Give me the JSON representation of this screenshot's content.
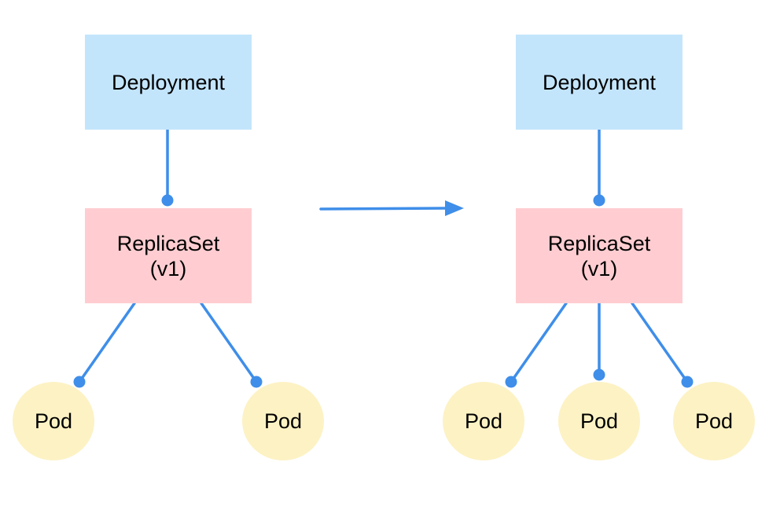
{
  "left": {
    "deployment": {
      "label": "Deployment"
    },
    "replicaset": {
      "label": "ReplicaSet",
      "version": "(v1)"
    },
    "pods": [
      {
        "label": "Pod"
      },
      {
        "label": "Pod"
      }
    ]
  },
  "right": {
    "deployment": {
      "label": "Deployment"
    },
    "replicaset": {
      "label": "ReplicaSet",
      "version": "(v1)"
    },
    "pods": [
      {
        "label": "Pod"
      },
      {
        "label": "Pod"
      },
      {
        "label": "Pod"
      }
    ]
  },
  "colors": {
    "deployment_fill": "#c3e5fc",
    "replicaset_fill": "#ffcdd1",
    "pod_fill": "#fdf2c4",
    "connector": "#3f8ee9"
  }
}
